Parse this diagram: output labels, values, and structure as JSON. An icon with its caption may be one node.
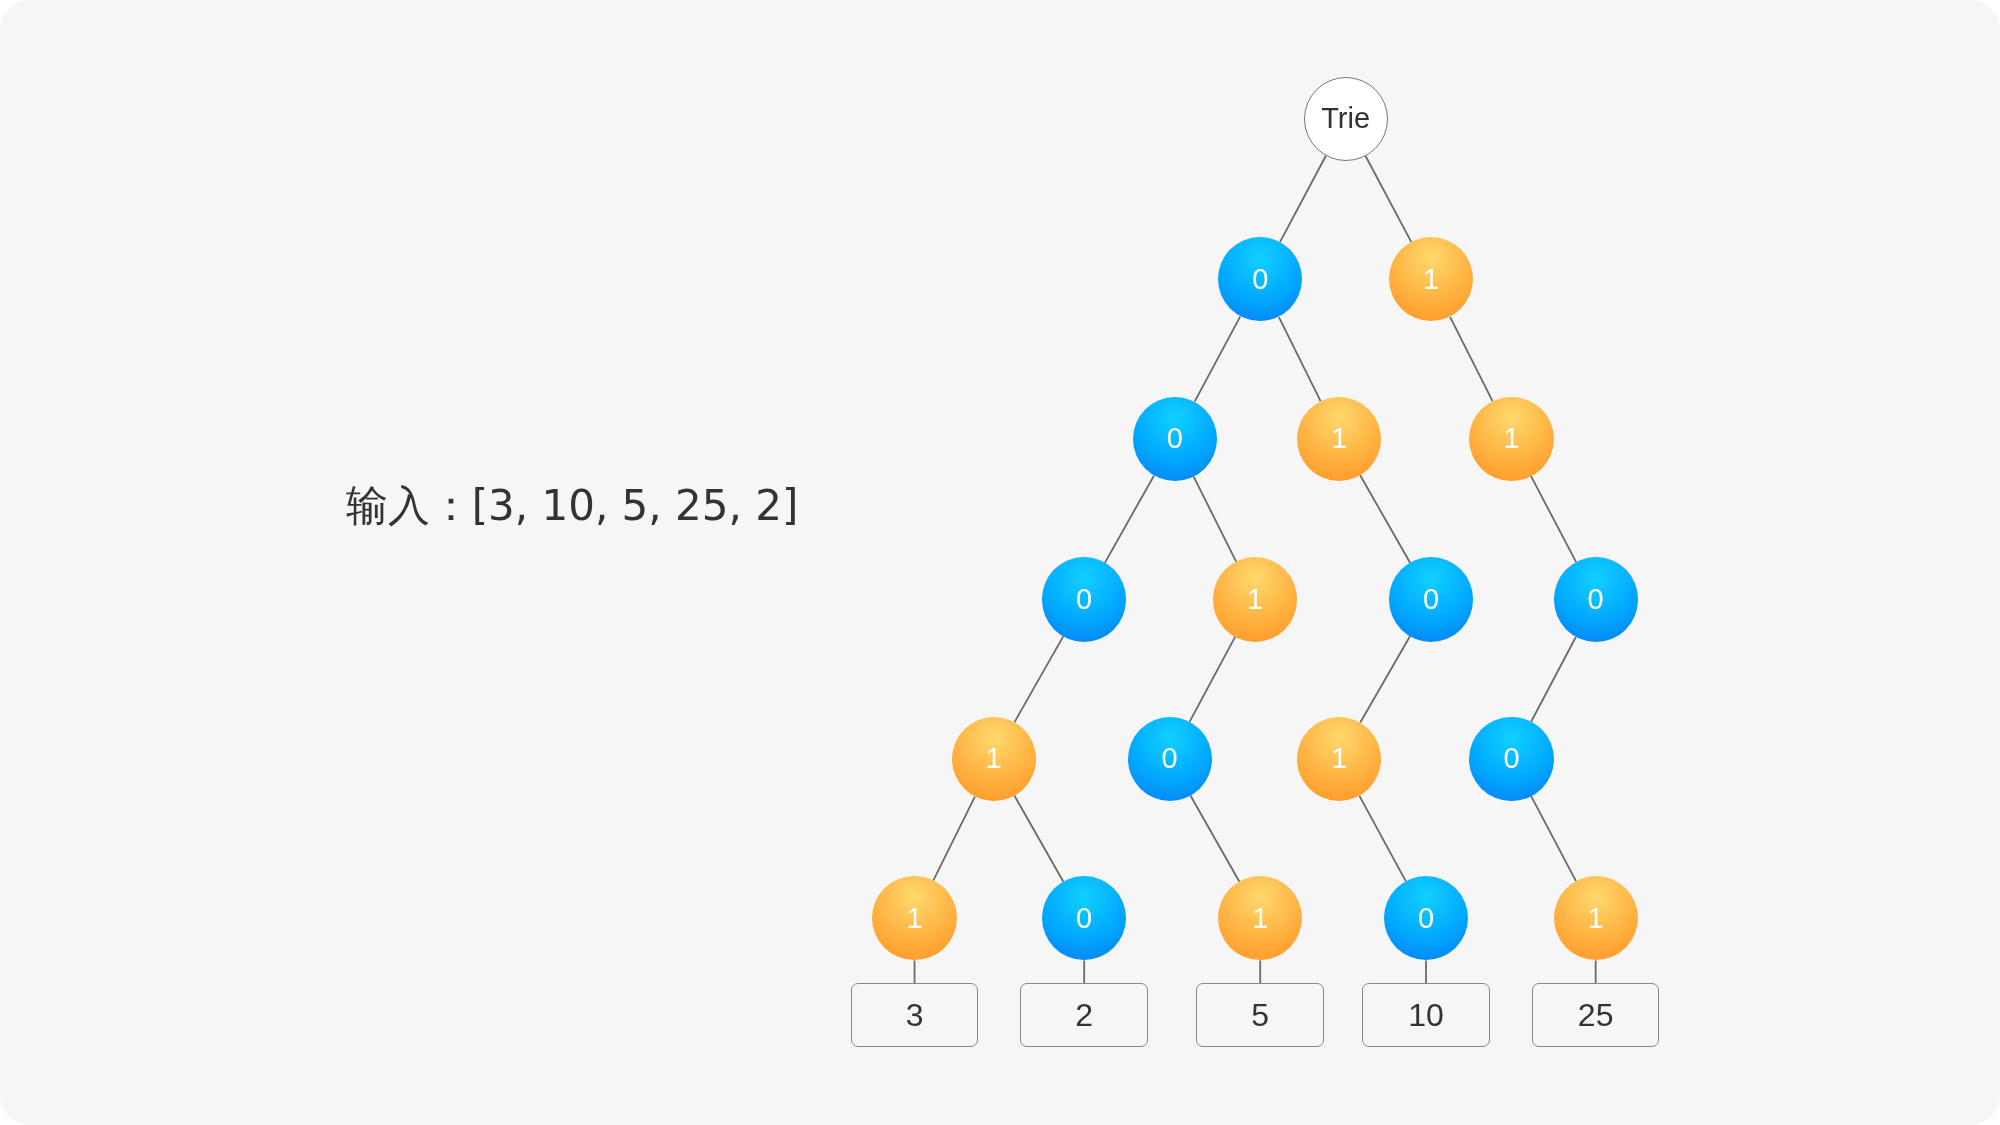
{
  "diagram": {
    "nodes": [
      {
        "text": [
          "Trie"
        ]
      },
      {
        "text": [
          "0"
        ]
      },
      {
        "text": [
          "1"
        ]
      },
      {
        "text": [
          "0"
        ]
      },
      {
        "text": [
          "1"
        ]
      },
      {
        "text": [
          "1"
        ]
      },
      {
        "text": [
          "0"
        ]
      },
      {
        "text": [
          "1"
        ]
      },
      {
        "text": [
          "0"
        ]
      },
      {
        "text": [
          "0"
        ]
      },
      {
        "text": [
          "1"
        ]
      },
      {
        "text": [
          "0"
        ]
      },
      {
        "text": [
          "1"
        ]
      },
      {
        "text": [
          "0"
        ]
      },
      {
        "text": [
          "1"
        ]
      },
      {
        "text": [
          "0"
        ]
      },
      {
        "text": [
          "1"
        ]
      },
      {
        "text": [
          "0"
        ]
      },
      {
        "text": [
          "1"
        ]
      },
      {
        "text": [
          "3"
        ]
      },
      {
        "text": [
          "2"
        ]
      },
      {
        "text": [
          "5"
        ]
      },
      {
        "text": [
          "10"
        ]
      },
      {
        "text": [
          "25"
        ]
      }
    ],
    "edges": [
      {
        "from": 0,
        "to": 1,
        "arrow": "none"
      },
      {
        "from": 0,
        "to": 2,
        "arrow": "none"
      },
      {
        "from": 1,
        "to": 3,
        "arrow": "none"
      },
      {
        "from": 1,
        "to": 4,
        "arrow": "none"
      },
      {
        "from": 2,
        "to": 5,
        "arrow": "none"
      },
      {
        "from": 3,
        "to": 6,
        "arrow": "none"
      },
      {
        "from": 3,
        "to": 7,
        "arrow": "none"
      },
      {
        "from": 4,
        "to": 8,
        "arrow": "none"
      },
      {
        "from": 5,
        "to": 9,
        "arrow": "none"
      },
      {
        "from": 6,
        "to": 10,
        "arrow": "none"
      },
      {
        "from": 7,
        "to": 11,
        "arrow": "none"
      },
      {
        "from": 8,
        "to": 12,
        "arrow": "none"
      },
      {
        "from": 9,
        "to": 13,
        "arrow": "none"
      },
      {
        "from": 10,
        "to": 14,
        "arrow": "none"
      },
      {
        "from": 10,
        "to": 15,
        "arrow": "none"
      },
      {
        "from": 11,
        "to": 16,
        "arrow": "none"
      },
      {
        "from": 12,
        "to": 17,
        "arrow": "none"
      },
      {
        "from": 13,
        "to": 18,
        "arrow": "none"
      },
      {
        "from": 14,
        "to": 19,
        "arrow": "none"
      },
      {
        "from": 15,
        "to": 20,
        "arrow": "none"
      },
      {
        "from": 16,
        "to": 21,
        "arrow": "none"
      },
      {
        "from": 17,
        "to": 22,
        "arrow": "none"
      },
      {
        "from": 18,
        "to": 23,
        "arrow": "none"
      }
    ],
    "labels": [
      "输入：[3, 10, 5, 25, 2]"
    ]
  }
}
